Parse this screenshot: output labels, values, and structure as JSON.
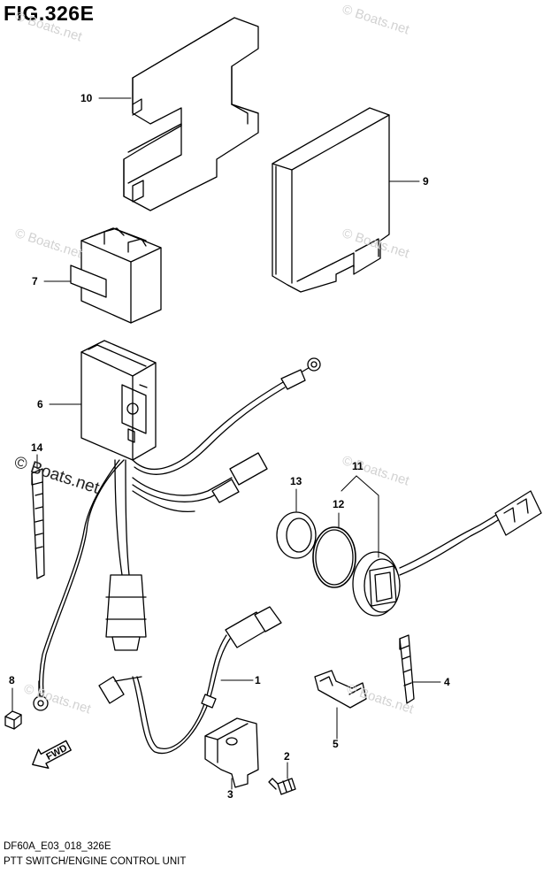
{
  "figure": {
    "title": "FIG.326E",
    "code": "DF60A_E03_018_326E",
    "caption": "PTT SWITCH/ENGINE CONTROL UNIT"
  },
  "watermark": {
    "text": "© Boats.net"
  },
  "forward_arrow": {
    "label": "FWD"
  },
  "callouts": [
    "1",
    "2",
    "3",
    "4",
    "5",
    "6",
    "7",
    "8",
    "9",
    "10",
    "11",
    "12",
    "13",
    "14"
  ],
  "colors": {
    "line": "#000000",
    "watermark": "#d2d2d2"
  }
}
